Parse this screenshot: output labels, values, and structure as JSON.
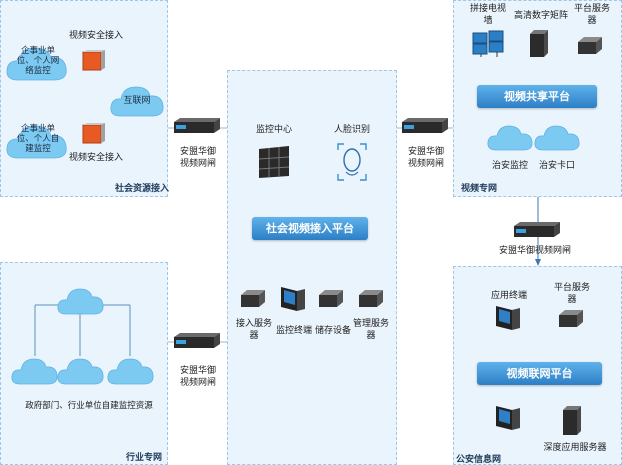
{
  "zones": {
    "social": "社会资源接入",
    "industry": "行业专网",
    "video_net": "视频专网",
    "police": "公安信息网"
  },
  "social": {
    "unit1": [
      "企事业单",
      "位、个人网",
      "络监控"
    ],
    "unit2": [
      "企事业单",
      "位、个人自",
      "建监控"
    ],
    "secure_access1": "视频安全接入",
    "secure_access2": "视频安全接入",
    "internet": "互联网"
  },
  "industry": {
    "caption": "政府部门、行业单位自建监控资源"
  },
  "center": {
    "monitor_center": "监控中心",
    "face_recognition": "人脸识别",
    "banner": "社会视频接入平台",
    "access_server": [
      "接入服务",
      "器"
    ],
    "monitor_terminal": "监控终端",
    "storage": "储存设备",
    "mgmt_server": [
      "管理服务",
      "器"
    ]
  },
  "gateways": {
    "left_top": [
      "安盟华御",
      "视频网闸"
    ],
    "left_bottom": [
      "安盟华御",
      "视频网闸"
    ],
    "right_top": [
      "安盟华御",
      "视频网闸"
    ],
    "right_mid": "安盟华御视频网闸"
  },
  "share": {
    "splicing_tv": [
      "拼接电视",
      "墙"
    ],
    "hd_matrix": "高清数字矩阵",
    "platform_server": [
      "平台服务",
      "器"
    ],
    "banner": "视频共享平台",
    "public_security": "治安监控",
    "checkpoint": "治安卡口"
  },
  "network": {
    "app_terminal": "应用终端",
    "platform_server": [
      "平台服务",
      "器"
    ],
    "banner": "视频联网平台",
    "deep_server": "深度应用服务器"
  },
  "colors": {
    "zone_fill": "#eaf4fc",
    "banner_blue": "#2d7fc6",
    "cloud": "#7ccaf2"
  }
}
